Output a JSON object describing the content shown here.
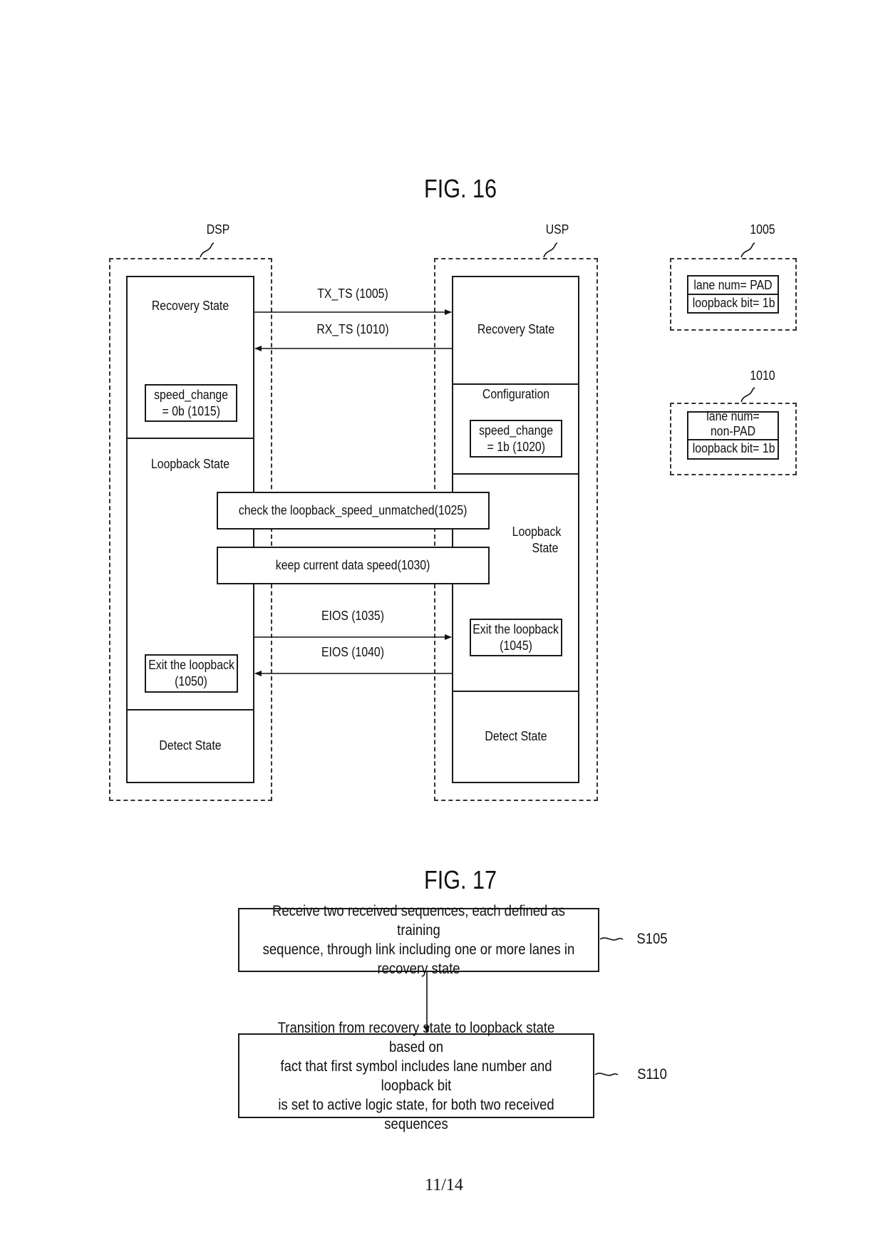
{
  "fig16": {
    "title": "FIG. 16",
    "dsp": {
      "label": "DSP",
      "states": {
        "recovery": "Recovery State",
        "loopback": "Loopback State",
        "detect": "Detect State"
      },
      "speed_change_box": [
        "speed_change",
        "= 0b (1015)"
      ],
      "exit_box": [
        "Exit the loopback",
        "(1050)"
      ]
    },
    "usp": {
      "label": "USP",
      "states": {
        "recovery": "Recovery State",
        "configuration": "Configuration",
        "loopback": [
          "Loopback",
          "State"
        ],
        "detect": "Detect State"
      },
      "speed_change_box": [
        "speed_change",
        "= 1b (1020)"
      ],
      "exit_box": [
        "Exit the loopback",
        "(1045)"
      ]
    },
    "messages": {
      "tx_ts": "TX_TS (1005)",
      "rx_ts": "RX_TS (1010)",
      "eios_1035": "EIOS (1035)",
      "eios_1040": "EIOS (1040)"
    },
    "spanning_boxes": {
      "check": "check the loopback_speed_unmatched(1025)",
      "keep": "keep current data speed(1030)"
    },
    "ts_1005": {
      "ref": "1005",
      "lane_num": "lane num= PAD",
      "loopback_bit": "loopback bit= 1b"
    },
    "ts_1010": {
      "ref": "1010",
      "lane_num": "lane num= non-PAD",
      "loopback_bit": "loopback bit= 1b"
    }
  },
  "fig17": {
    "title": "FIG. 17",
    "steps": [
      {
        "id": "S105",
        "text": "Receive two received sequences, each defined as training\nsequence, through link including one or more lanes in\nrecovery state"
      },
      {
        "id": "S110",
        "text": "Transition from recovery state to loopback state based on\nfact that first symbol includes lane number and loopback bit\nis set to active logic state, for both two received sequences"
      }
    ]
  },
  "page_number": "11/14"
}
